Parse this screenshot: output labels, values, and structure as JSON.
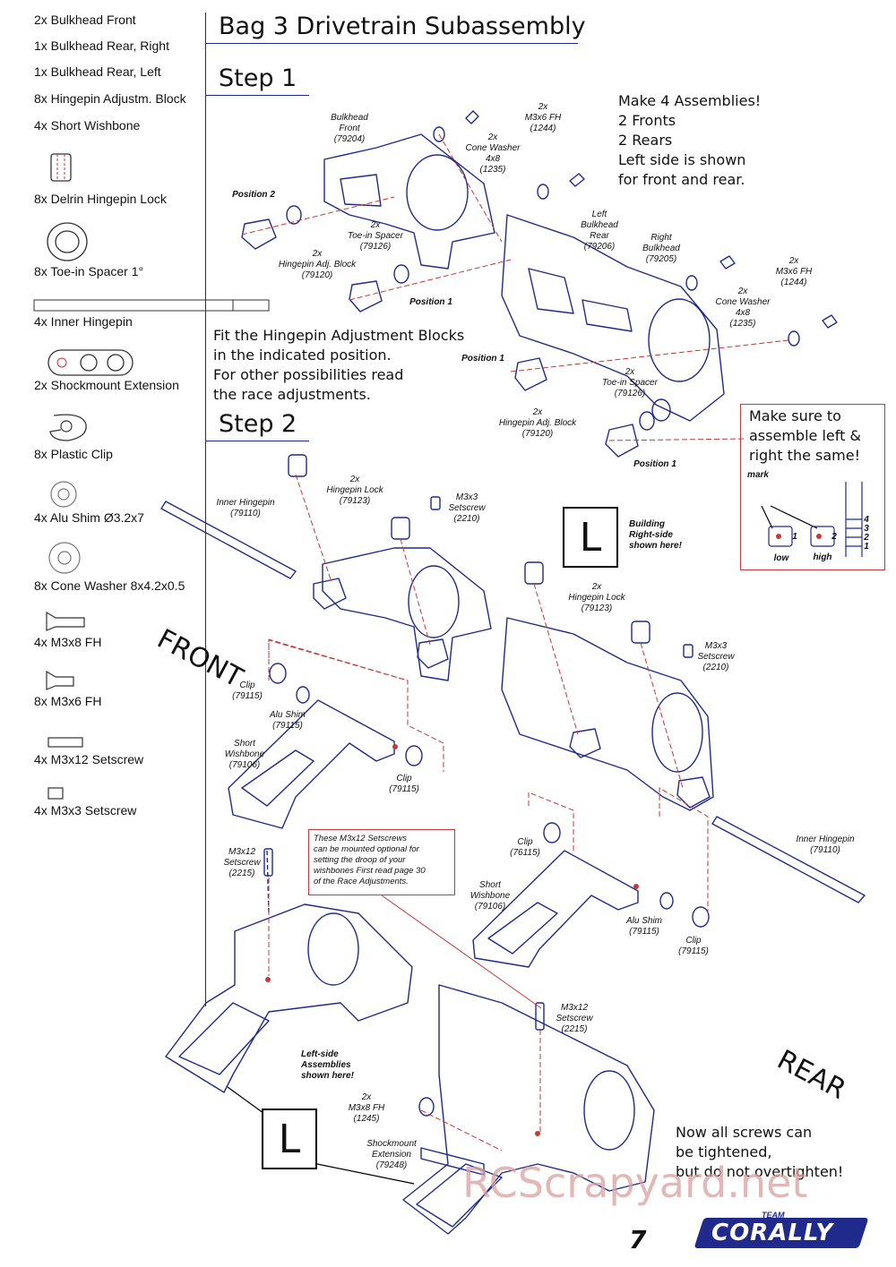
{
  "parts_list": [
    {
      "label": "2x  Bulkhead Front"
    },
    {
      "label": "1x  Bulkhead Rear, Right"
    },
    {
      "label": "1x  Bulkhead Rear, Left"
    },
    {
      "label": "8x  Hingepin Adjustm. Block"
    },
    {
      "label": "4x  Short Wishbone"
    },
    {
      "label": "8x Delrin Hingepin Lock"
    },
    {
      "label": "8x  Toe-in Spacer 1°"
    },
    {
      "label": "4x  Inner Hingepin"
    },
    {
      "label": "2x  Shockmount Extension"
    },
    {
      "label": "8x  Plastic Clip"
    },
    {
      "label": "4x  Alu Shim Ø3.2x7"
    },
    {
      "label": "8x  Cone Washer 8x4.2x0.5"
    },
    {
      "label": "4x  M3x8 FH"
    },
    {
      "label": "8x  M3x6 FH"
    },
    {
      "label": "4x  M3x12 Setscrew"
    },
    {
      "label": "4x  M3x3 Setscrew"
    }
  ],
  "header": {
    "title": "Bag 3 Drivetrain Subassembly",
    "step1": "Step 1",
    "step2": "Step 2"
  },
  "notes": {
    "assemblies": [
      "Make 4 Assemblies!",
      "2 Fronts",
      "2 Rears",
      "Left side is shown",
      "for front and rear."
    ],
    "fit": [
      "Fit the Hingepin Adjustment Blocks",
      "in the indicated position.",
      "For other possibilities read",
      "the race adjustments."
    ],
    "same": [
      "Make sure to",
      "assemble left &",
      "right the same!"
    ],
    "tighten": [
      "Now all screws can",
      "be tightened,",
      "but do not overtighten!"
    ],
    "setscrew_box": [
      "These M3x12 Setscrews",
      "can be mounted optional for",
      "setting the droop of your",
      "wishbones First read page 30",
      "of the Race Adjustments."
    ]
  },
  "callouts": {
    "bulkhead_front": "Bulkhead\nFront\n(79204)",
    "m3x6_top": "2x\nM3x6 FH\n(1244)",
    "cone_top": "2x\nCone Washer\n4x8\n(1235)",
    "position2": "Position 2",
    "toein_top": "2x\nToe-in Spacer\n(79126)",
    "hingeblock_top": "2x\nHingepin Adj. Block\n(79120)",
    "position1_a": "Position 1",
    "left_bulk_rear": "Left\nBulkhead\nRear\n(79206)",
    "right_bulk": "Right\nBulkhead\n(79205)",
    "m3x6_right": "2x\nM3x6 FH\n(1244)",
    "cone_right": "2x\nCone Washer\n4x8\n(1235)",
    "position1_b": "Position 1",
    "toein_right": "2x\nToe-in Spacer\n(79126)",
    "hingeblock_right": "2x\nHingepin Adj. Block\n(79120)",
    "position1_c": "Position 1",
    "mark": "mark",
    "low": "low",
    "high": "high",
    "scale": [
      "4",
      "3",
      "2",
      "1"
    ],
    "pos_1": "1",
    "pos_2": "2",
    "inner_hingepin_left": "Inner Hingepin\n(79110)",
    "hingepin_lock_left": "2x\nHingepin Lock\n(79123)",
    "m3x3_left": "M3x3\nSetscrew\n(2210)",
    "building": "Building\nRight-side\nshown here!",
    "hingepin_lock_right": "2x\nHingepin Lock\n(79123)",
    "m3x3_right": "M3x3\nSetscrew\n(2210)",
    "clip_left": "Clip\n(79115)",
    "alu_left": "Alu Shim\n(79115)",
    "wishbone_left": "Short\nWishbone\n(79106)",
    "clip_left2": "Clip\n(79115)",
    "m3x12_left": "M3x12\nSetscrew\n(2215)",
    "clip_right": "Clip\n(76115)",
    "inner_hingepin_right": "Inner Hingepin\n(79110)",
    "wishbone_right": "Short\nWishbone\n(79106)",
    "alu_right": "Alu Shim\n(79115)",
    "clip_right2": "Clip\n(79115)",
    "left_side": "Left-side\nAssemblies\nshown here!",
    "m3x12_right": "M3x12\nSetscrew\n(2215)",
    "m3x8": "2x\nM3x8 FH\n(1245)",
    "shockmount": "Shockmount\nExtension\n(79248)"
  },
  "labels": {
    "front": "FRONT",
    "rear": "REAR",
    "L": "L",
    "page_number": "7",
    "logo_team": "TEAM",
    "logo": "CORALLY",
    "watermark": "RCScrapyard.net"
  },
  "colors": {
    "ink": "#1f2a8c",
    "red": "#c23a3a",
    "watermark": "#d9a0a0"
  },
  "icons": [
    "toe-in-spacer-icon",
    "hingepin-lock-icon",
    "inner-hingepin-icon",
    "shockmount-extension-icon",
    "plastic-clip-icon",
    "alu-shim-icon",
    "cone-washer-icon",
    "m3x8-screw-icon",
    "m3x6-screw-icon",
    "m3x12-setscrew-icon",
    "m3x3-setscrew-icon"
  ]
}
